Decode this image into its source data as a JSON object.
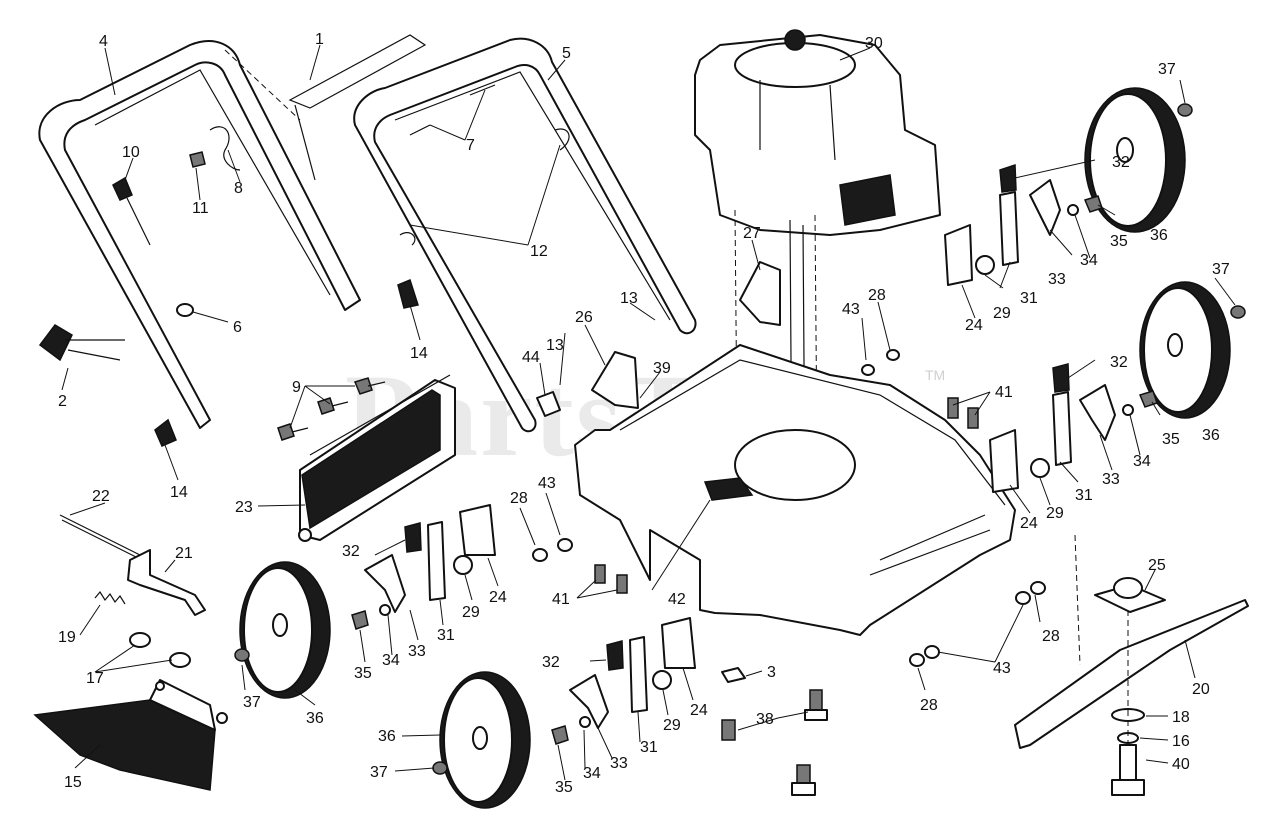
{
  "diagram": {
    "watermark": "PartsTree",
    "trademark": "TM",
    "callouts": [
      {
        "id": "c-1",
        "text": "1"
      },
      {
        "id": "c-2",
        "text": "2"
      },
      {
        "id": "c-3",
        "text": "3"
      },
      {
        "id": "c-4",
        "text": "4"
      },
      {
        "id": "c-5",
        "text": "5"
      },
      {
        "id": "c-6",
        "text": "6"
      },
      {
        "id": "c-7",
        "text": "7"
      },
      {
        "id": "c-8",
        "text": "8"
      },
      {
        "id": "c-9",
        "text": "9"
      },
      {
        "id": "c-10",
        "text": "10"
      },
      {
        "id": "c-11",
        "text": "11"
      },
      {
        "id": "c-12",
        "text": "12"
      },
      {
        "id": "c-13a",
        "text": "13"
      },
      {
        "id": "c-13b",
        "text": "13"
      },
      {
        "id": "c-14a",
        "text": "14"
      },
      {
        "id": "c-14b",
        "text": "14"
      },
      {
        "id": "c-15",
        "text": "15"
      },
      {
        "id": "c-16",
        "text": "16"
      },
      {
        "id": "c-17",
        "text": "17"
      },
      {
        "id": "c-18",
        "text": "18"
      },
      {
        "id": "c-19",
        "text": "19"
      },
      {
        "id": "c-20",
        "text": "20"
      },
      {
        "id": "c-21",
        "text": "21"
      },
      {
        "id": "c-22",
        "text": "22"
      },
      {
        "id": "c-23",
        "text": "23"
      },
      {
        "id": "c-24a",
        "text": "24"
      },
      {
        "id": "c-24b",
        "text": "24"
      },
      {
        "id": "c-24c",
        "text": "24"
      },
      {
        "id": "c-24d",
        "text": "24"
      },
      {
        "id": "c-25",
        "text": "25"
      },
      {
        "id": "c-26",
        "text": "26"
      },
      {
        "id": "c-27",
        "text": "27"
      },
      {
        "id": "c-28a",
        "text": "28"
      },
      {
        "id": "c-28b",
        "text": "28"
      },
      {
        "id": "c-28c",
        "text": "28"
      },
      {
        "id": "c-28d",
        "text": "28"
      },
      {
        "id": "c-29a",
        "text": "29"
      },
      {
        "id": "c-29b",
        "text": "29"
      },
      {
        "id": "c-29c",
        "text": "29"
      },
      {
        "id": "c-29d",
        "text": "29"
      },
      {
        "id": "c-30",
        "text": "30"
      },
      {
        "id": "c-31a",
        "text": "31"
      },
      {
        "id": "c-31b",
        "text": "31"
      },
      {
        "id": "c-31c",
        "text": "31"
      },
      {
        "id": "c-31d",
        "text": "31"
      },
      {
        "id": "c-32a",
        "text": "32"
      },
      {
        "id": "c-32b",
        "text": "32"
      },
      {
        "id": "c-32c",
        "text": "32"
      },
      {
        "id": "c-32d",
        "text": "32"
      },
      {
        "id": "c-33a",
        "text": "33"
      },
      {
        "id": "c-33b",
        "text": "33"
      },
      {
        "id": "c-33c",
        "text": "33"
      },
      {
        "id": "c-33d",
        "text": "33"
      },
      {
        "id": "c-34a",
        "text": "34"
      },
      {
        "id": "c-34b",
        "text": "34"
      },
      {
        "id": "c-34c",
        "text": "34"
      },
      {
        "id": "c-34d",
        "text": "34"
      },
      {
        "id": "c-35a",
        "text": "35"
      },
      {
        "id": "c-35b",
        "text": "35"
      },
      {
        "id": "c-35c",
        "text": "35"
      },
      {
        "id": "c-35d",
        "text": "35"
      },
      {
        "id": "c-36a",
        "text": "36"
      },
      {
        "id": "c-36b",
        "text": "36"
      },
      {
        "id": "c-36c",
        "text": "36"
      },
      {
        "id": "c-36d",
        "text": "36"
      },
      {
        "id": "c-37a",
        "text": "37"
      },
      {
        "id": "c-37b",
        "text": "37"
      },
      {
        "id": "c-37c",
        "text": "37"
      },
      {
        "id": "c-37d",
        "text": "37"
      },
      {
        "id": "c-38",
        "text": "38"
      },
      {
        "id": "c-39",
        "text": "39"
      },
      {
        "id": "c-40",
        "text": "40"
      },
      {
        "id": "c-41a",
        "text": "41"
      },
      {
        "id": "c-41b",
        "text": "41"
      },
      {
        "id": "c-42",
        "text": "42"
      },
      {
        "id": "c-43a",
        "text": "43"
      },
      {
        "id": "c-43b",
        "text": "43"
      },
      {
        "id": "c-43c",
        "text": "43"
      },
      {
        "id": "c-44",
        "text": "44"
      }
    ]
  }
}
